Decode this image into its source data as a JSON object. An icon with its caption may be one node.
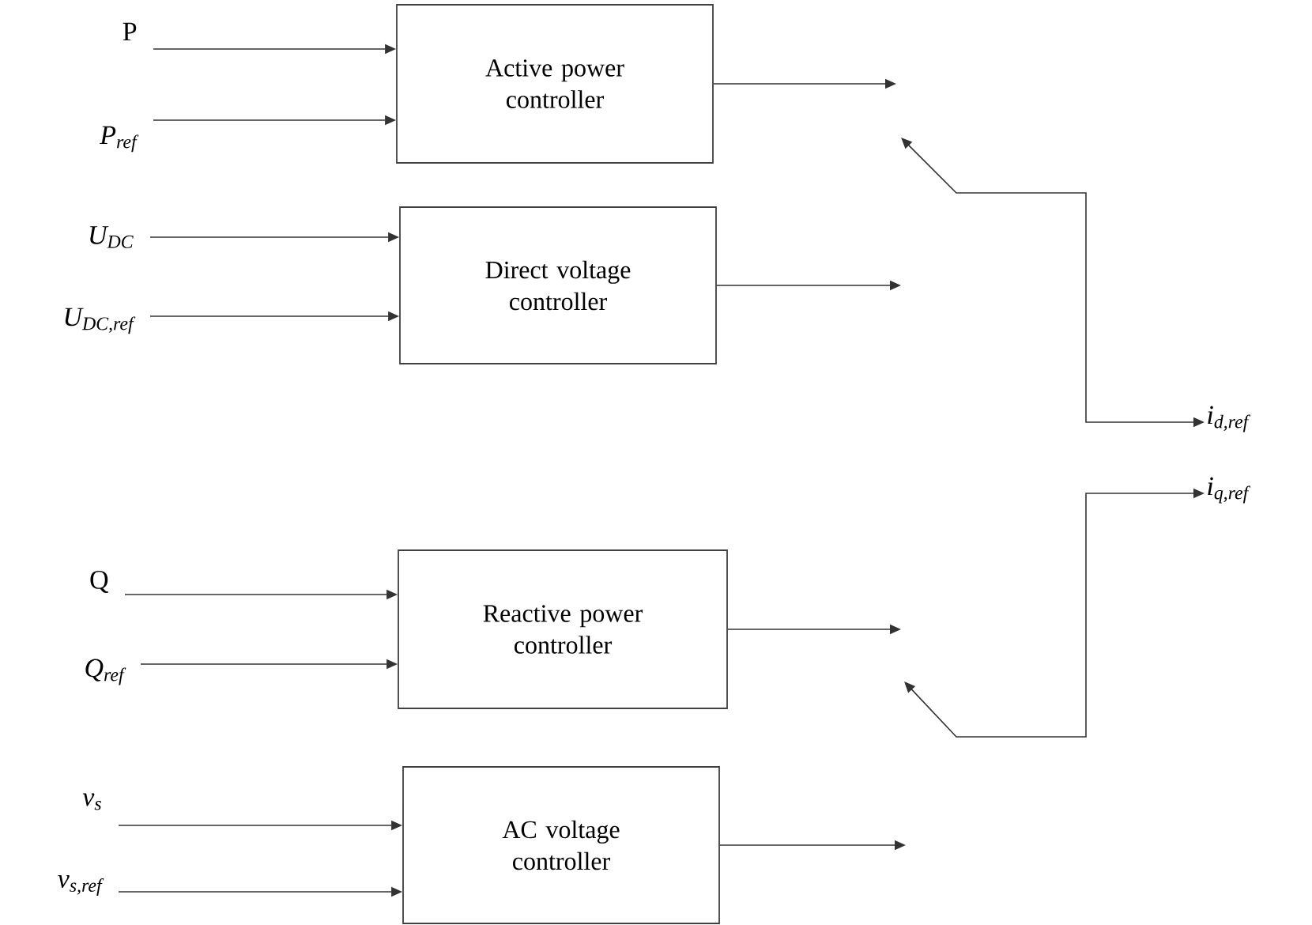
{
  "diagram": {
    "nodes": [
      {
        "text": [
          "P"
        ]
      },
      {
        "text": [
          "P$_{ref}$"
        ]
      },
      {
        "text": [
          "Active power controller"
        ]
      },
      {
        "text": [
          "U$_{DC}$"
        ]
      },
      {
        "text": [
          "U$_{DC,ref}$"
        ]
      },
      {
        "text": [
          "Direct voltage controller"
        ]
      },
      {
        "text": [
          "i$_{d,ref}$"
        ]
      },
      {
        "text": [
          "i$_{q,ref}$"
        ]
      },
      {
        "text": [
          "Q"
        ]
      },
      {
        "text": [
          "Q$_{ref}$"
        ]
      },
      {
        "text": [
          "Reactive power controller"
        ]
      },
      {
        "text": [
          "v$_{s}$"
        ]
      },
      {
        "text": [
          "v$_{s,ref}$"
        ]
      },
      {
        "text": [
          "AC voltage controller"
        ]
      }
    ],
    "edges": [
      {
        "from": 0,
        "to": 2,
        "arrow": "to"
      },
      {
        "from": 1,
        "to": 2,
        "arrow": "to"
      },
      {
        "from": 3,
        "to": 5,
        "arrow": "to"
      },
      {
        "from": 4,
        "to": 5,
        "arrow": "to"
      },
      {
        "from": 2,
        "to": null,
        "arrow": "to"
      },
      {
        "from": 5,
        "to": null,
        "arrow": "to"
      },
      {
        "from": null,
        "to": 6,
        "arrow": "both"
      },
      {
        "from": null,
        "to": 7,
        "arrow": "both"
      },
      {
        "from": 8,
        "to": 10,
        "arrow": "to"
      },
      {
        "from": 9,
        "to": 10,
        "arrow": "to"
      },
      {
        "from": 10,
        "to": null,
        "arrow": "to"
      },
      {
        "from": 13,
        "to": null,
        "arrow": "to"
      },
      {
        "from": 11,
        "to": 13,
        "arrow": "to"
      },
      {
        "from": 12,
        "to": 13,
        "arrow": "to"
      }
    ]
  }
}
